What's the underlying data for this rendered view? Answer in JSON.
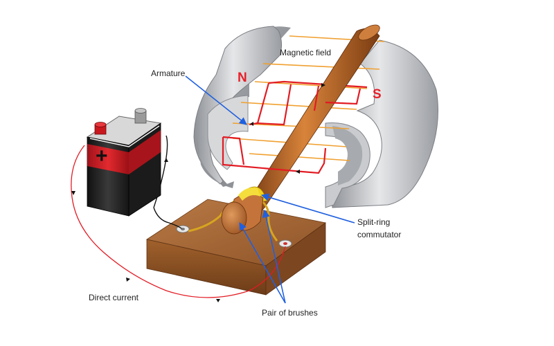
{
  "diagram": {
    "labels": {
      "magnetic_field": "Magnetic field",
      "armature": "Armature",
      "north": "N",
      "south": "S",
      "split_ring": "Split-ring",
      "commutator": "commutator",
      "direct_current": "Direct current",
      "pair_of_brushes": "Pair of brushes",
      "plus": "+"
    },
    "colors": {
      "magnet": "#c9cbce",
      "field_lines": "#f0a030",
      "armature_shaft": "#b5621f",
      "coil": "#e21b23",
      "pointer": "#2060e0",
      "wire": "#e21b23",
      "base": "#9a5a26",
      "battery_body": "#222222",
      "battery_band": "#d01820",
      "commutator": "#f2d21a"
    }
  }
}
